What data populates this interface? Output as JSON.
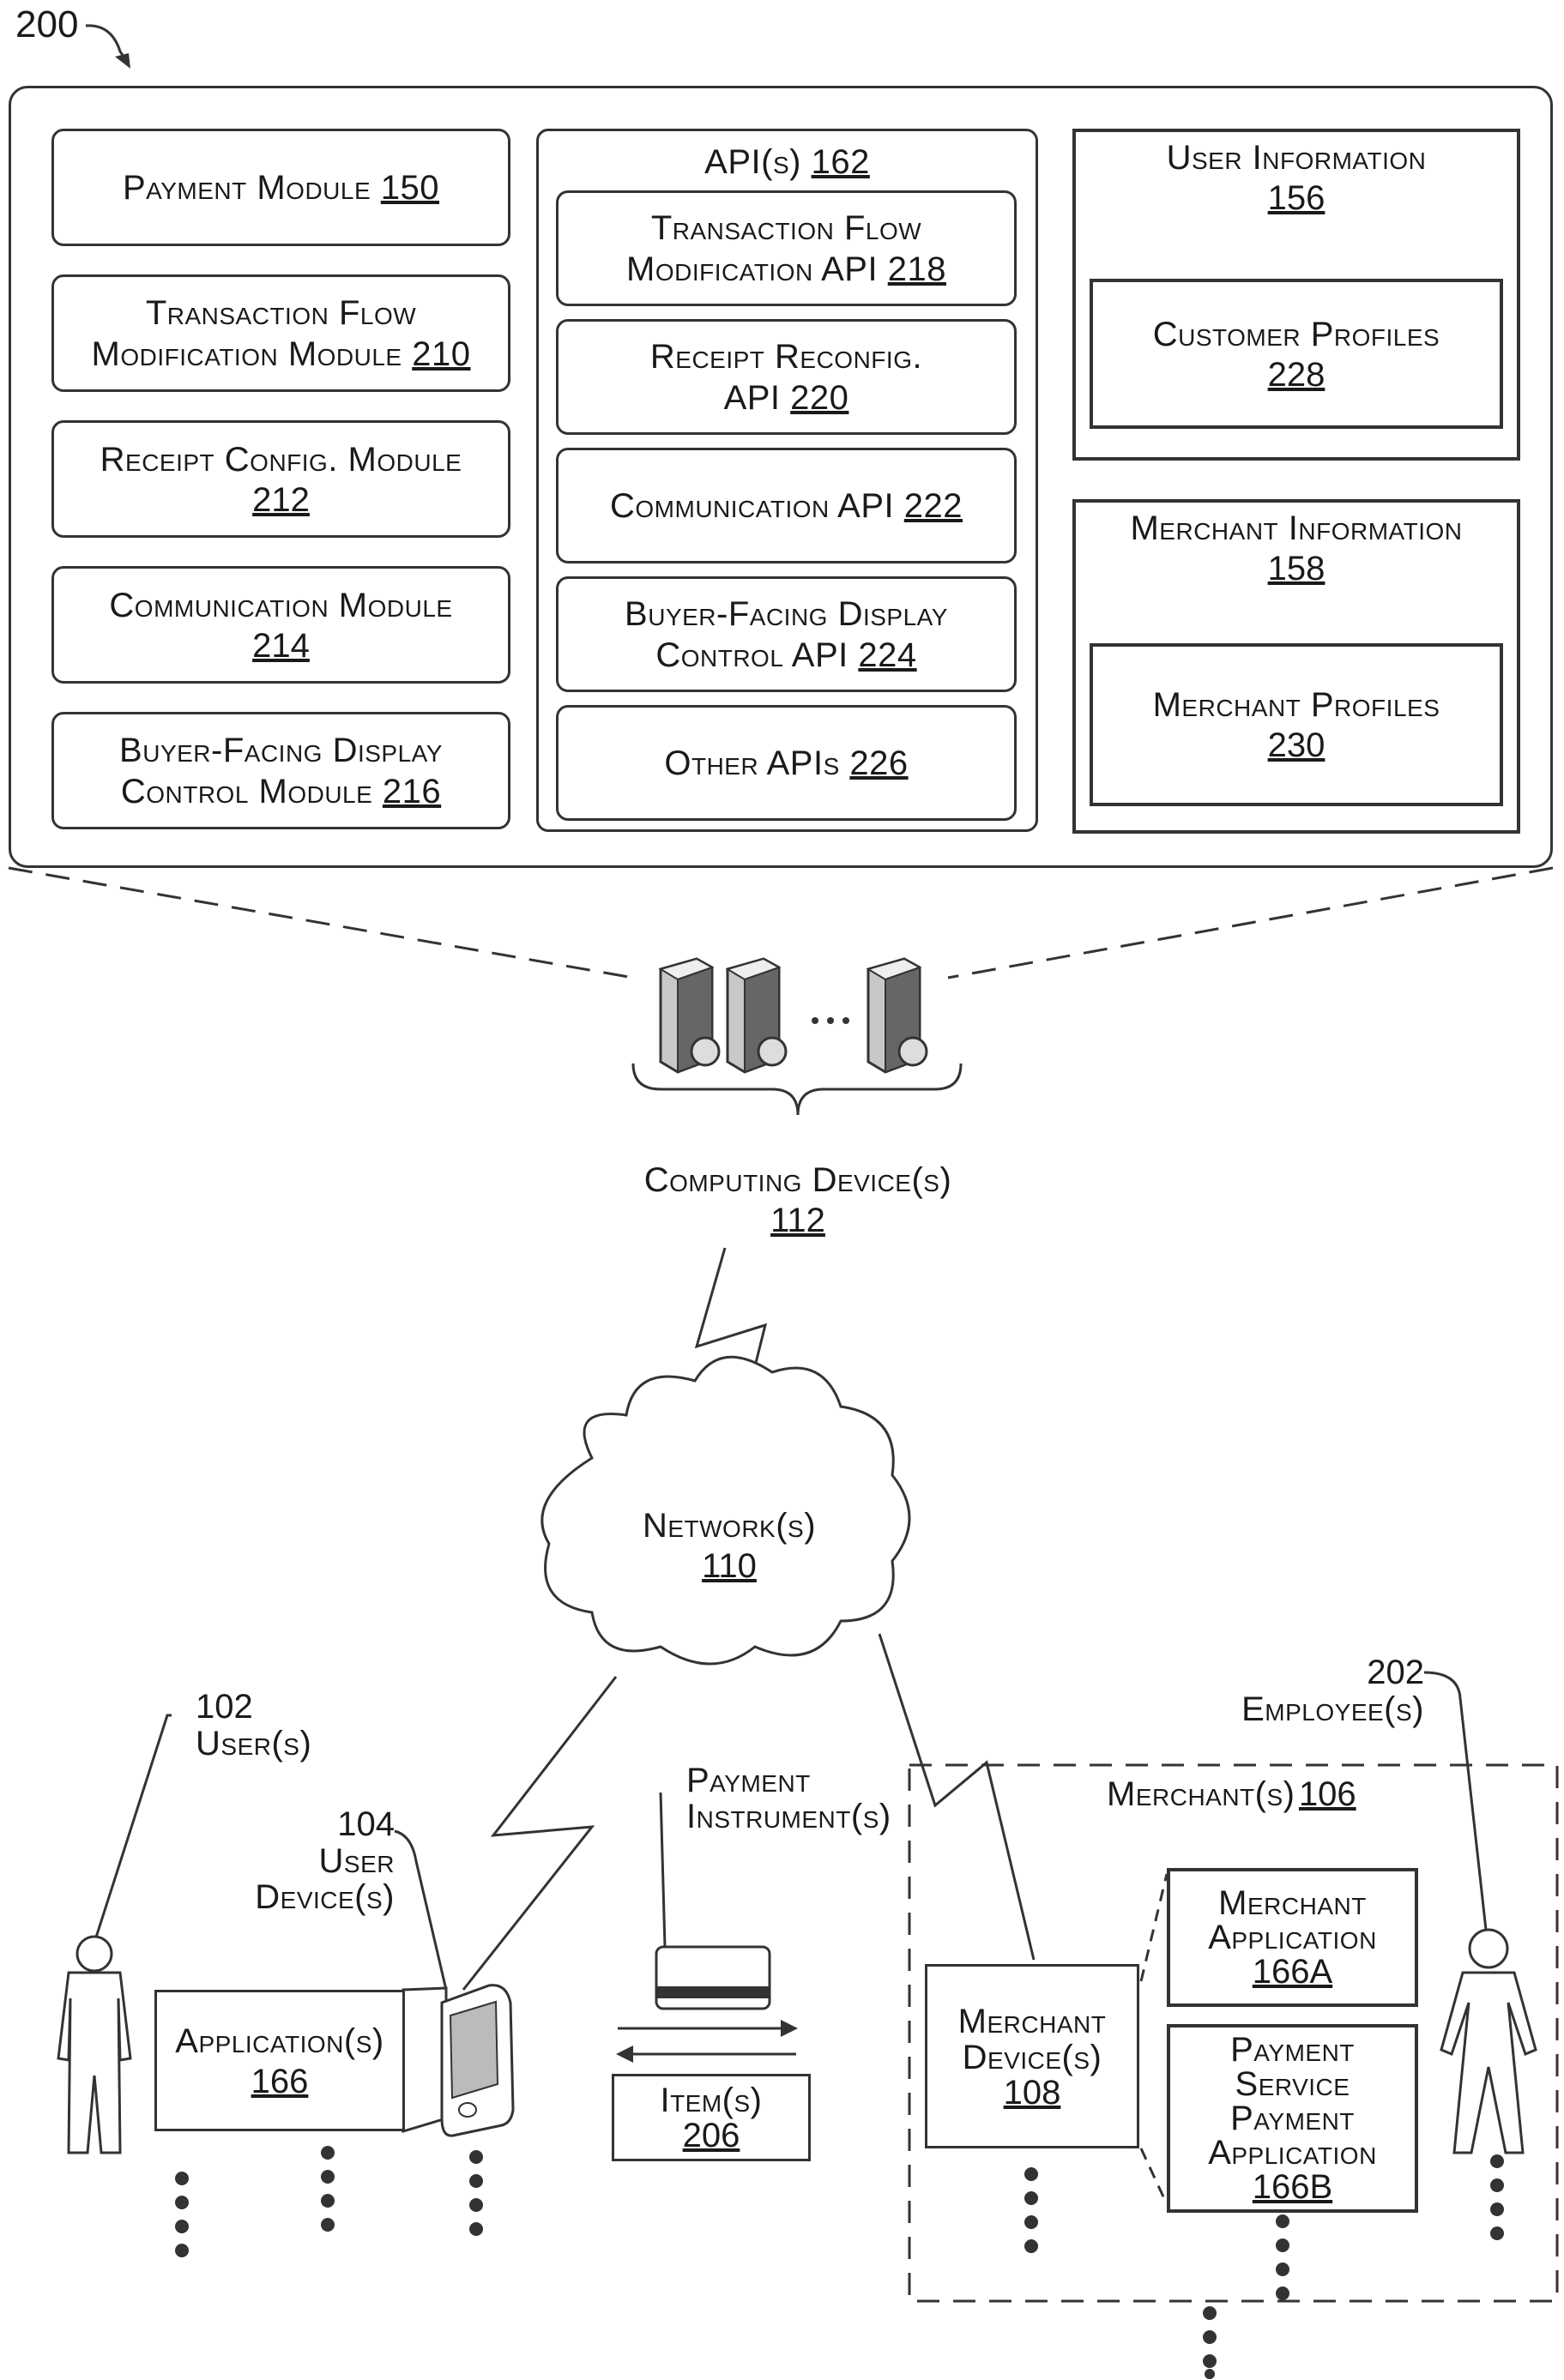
{
  "figure_number": "200",
  "modules": [
    {
      "name": "Payment Module",
      "ref": "150"
    },
    {
      "name": "Transaction Flow Modification Module",
      "ref": "210",
      "line1": "Transaction Flow",
      "line2": "Modification Module"
    },
    {
      "name": "Receipt Config. Module",
      "ref": "212"
    },
    {
      "name": "Communication Module",
      "ref": "214"
    },
    {
      "name": "Buyer-Facing Display Control Module",
      "ref": "216",
      "line1": "Buyer-Facing Display",
      "line2": "Control Module"
    }
  ],
  "apis": {
    "title": "API(s)",
    "ref": "162",
    "items": [
      {
        "line1": "Transaction Flow",
        "line2": "Modification API",
        "ref": "218"
      },
      {
        "line1": "Receipt Reconfig.",
        "line2": "API",
        "ref": "220"
      },
      {
        "line1": "Communication API",
        "ref": "222"
      },
      {
        "line1": "Buyer-Facing Display",
        "line2": "Control API",
        "ref": "224"
      },
      {
        "line1": "Other APIs",
        "ref": "226"
      }
    ]
  },
  "user_information": {
    "title": "User Information",
    "ref": "156",
    "child": "Customer Profiles",
    "child_ref": "228"
  },
  "merchant_information": {
    "title": "Merchant Information",
    "ref": "158",
    "child": "Merchant Profiles",
    "child_ref": "230"
  },
  "computing_devices": {
    "label": "Computing Device(s)",
    "ref": "112"
  },
  "network": {
    "label": "Network(s)",
    "ref": "110"
  },
  "user": {
    "ref": "102",
    "label": "User(s)"
  },
  "user_device": {
    "ref": "104",
    "line1": "User",
    "line2": "Device(s)"
  },
  "application": {
    "label": "Application(s)",
    "ref": "166"
  },
  "payment_instrument": {
    "line1": "Payment",
    "line2": "Instrument(s)"
  },
  "item": {
    "label": "Item(s)",
    "ref": "206"
  },
  "employee": {
    "ref": "202",
    "label": "Employee(s)"
  },
  "merchant": {
    "label": "Merchant(s)",
    "ref": "106"
  },
  "merchant_device": {
    "line1": "Merchant",
    "line2": "Device(s)",
    "ref": "108"
  },
  "merchant_application": {
    "line1": "Merchant",
    "line2": "Application",
    "ref": "166A"
  },
  "payment_service_app": {
    "line1": "Payment",
    "line2": "Service",
    "line3": "Payment",
    "line4": "Application",
    "ref": "166B"
  },
  "colors": {
    "line": "#333333",
    "server_dark": "#555555",
    "server_light": "#d8d8d8"
  }
}
